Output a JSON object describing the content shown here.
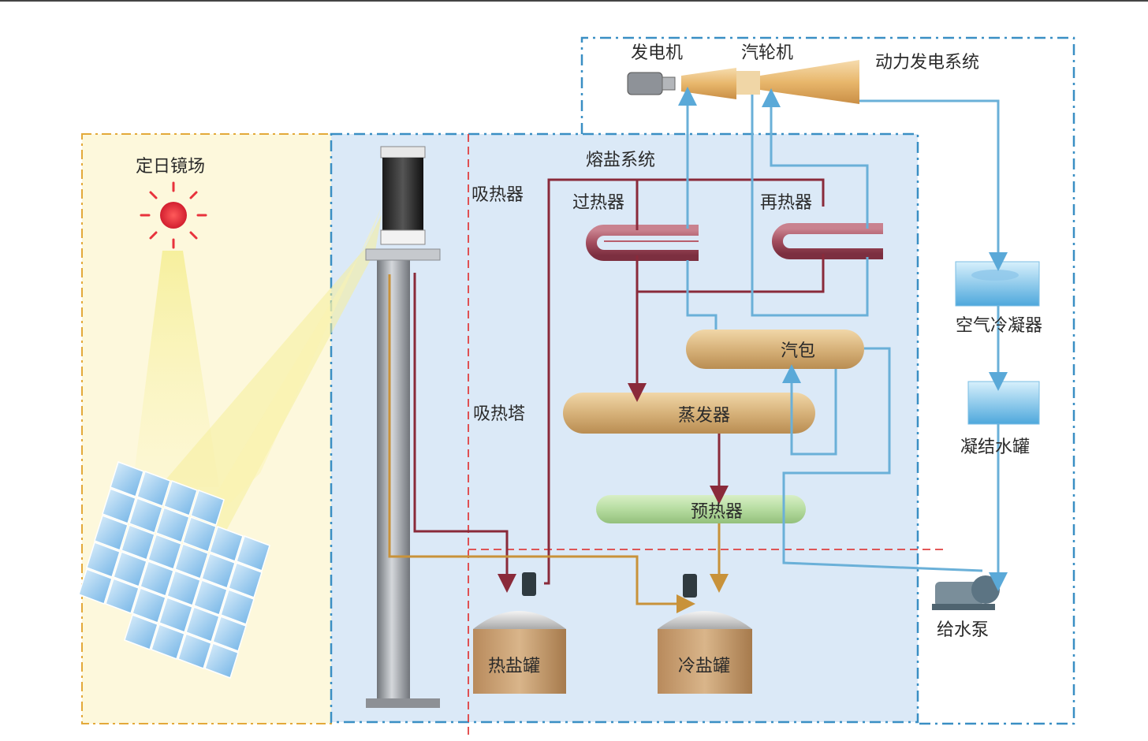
{
  "sections": {
    "heliostat_field": "定日镜场",
    "molten_salt_system": "熔盐系统",
    "power_system": "动力发电系统"
  },
  "components": {
    "generator": "发电机",
    "turbine": "汽轮机",
    "receiver": "吸热器",
    "tower": "吸热塔",
    "superheater": "过热器",
    "reheater": "再热器",
    "steam_drum": "汽包",
    "evaporator": "蒸发器",
    "preheater": "预热器",
    "hot_salt_tank": "热盐罐",
    "cold_salt_tank": "冷盐罐",
    "air_condenser": "空气冷凝器",
    "condensate_tank": "凝结水罐",
    "feed_pump": "给水泵"
  },
  "colors": {
    "hot_salt_line": "#8a2a3a",
    "cold_salt_line": "#c8923a",
    "water_steam_line": "#6ab0d8",
    "molten_salt_box_fill": "#dbe9f7",
    "heliostat_box_fill": "#fdf8dc",
    "system_border": "#3a8fc4",
    "heliostat_border": "#e3a93a",
    "divider": "#e04040"
  }
}
